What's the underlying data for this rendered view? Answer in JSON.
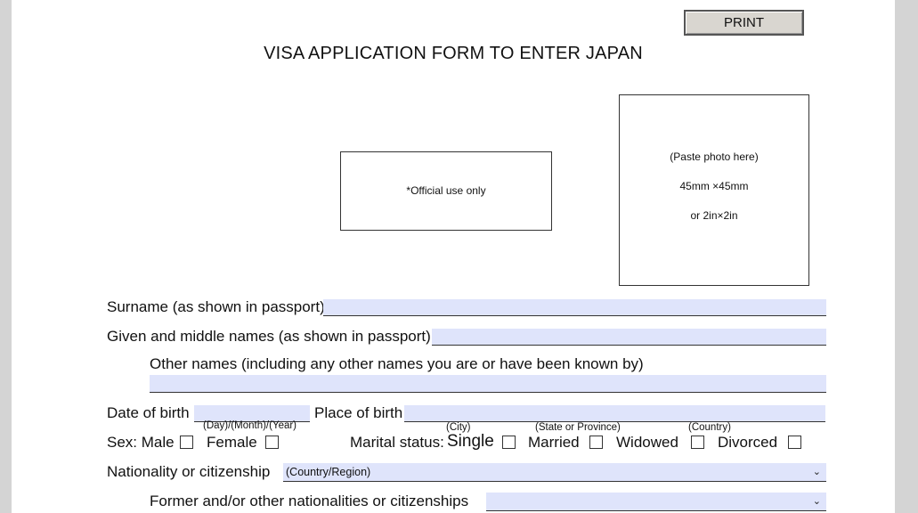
{
  "header": {
    "print_label": "PRINT",
    "title": "VISA APPLICATION FORM TO ENTER JAPAN"
  },
  "official_box": {
    "text": "*Official use only"
  },
  "photo_box": {
    "line1": "(Paste photo here)",
    "line2": "45mm ×45mm",
    "line3": "or 2in×2in"
  },
  "fields": {
    "surname_label": "Surname (as shown in passport)",
    "given_label": "Given and middle names (as shown in passport)",
    "other_names_label": "Other names (including any other names you are or have been known by)",
    "dob_label": "Date of birth",
    "dob_hint": "(Day)/(Month)/(Year)",
    "pob_label": "Place of birth",
    "pob_city": "(City)",
    "pob_state": "(State or Province)",
    "pob_country": "(Country)",
    "sex_label": "Sex: Male",
    "female_label": "Female",
    "marital_label": "Marital status:",
    "single_label": "Single",
    "married_label": "Married",
    "widowed_label": "Widowed",
    "divorced_label": "Divorced",
    "nationality_label": "Nationality or citizenship",
    "nationality_value": "(Country/Region)",
    "former_label": "Former and/or other nationalities or citizenships",
    "former_value": ""
  },
  "icons": {
    "dropdown": "chevron-down-icon"
  }
}
